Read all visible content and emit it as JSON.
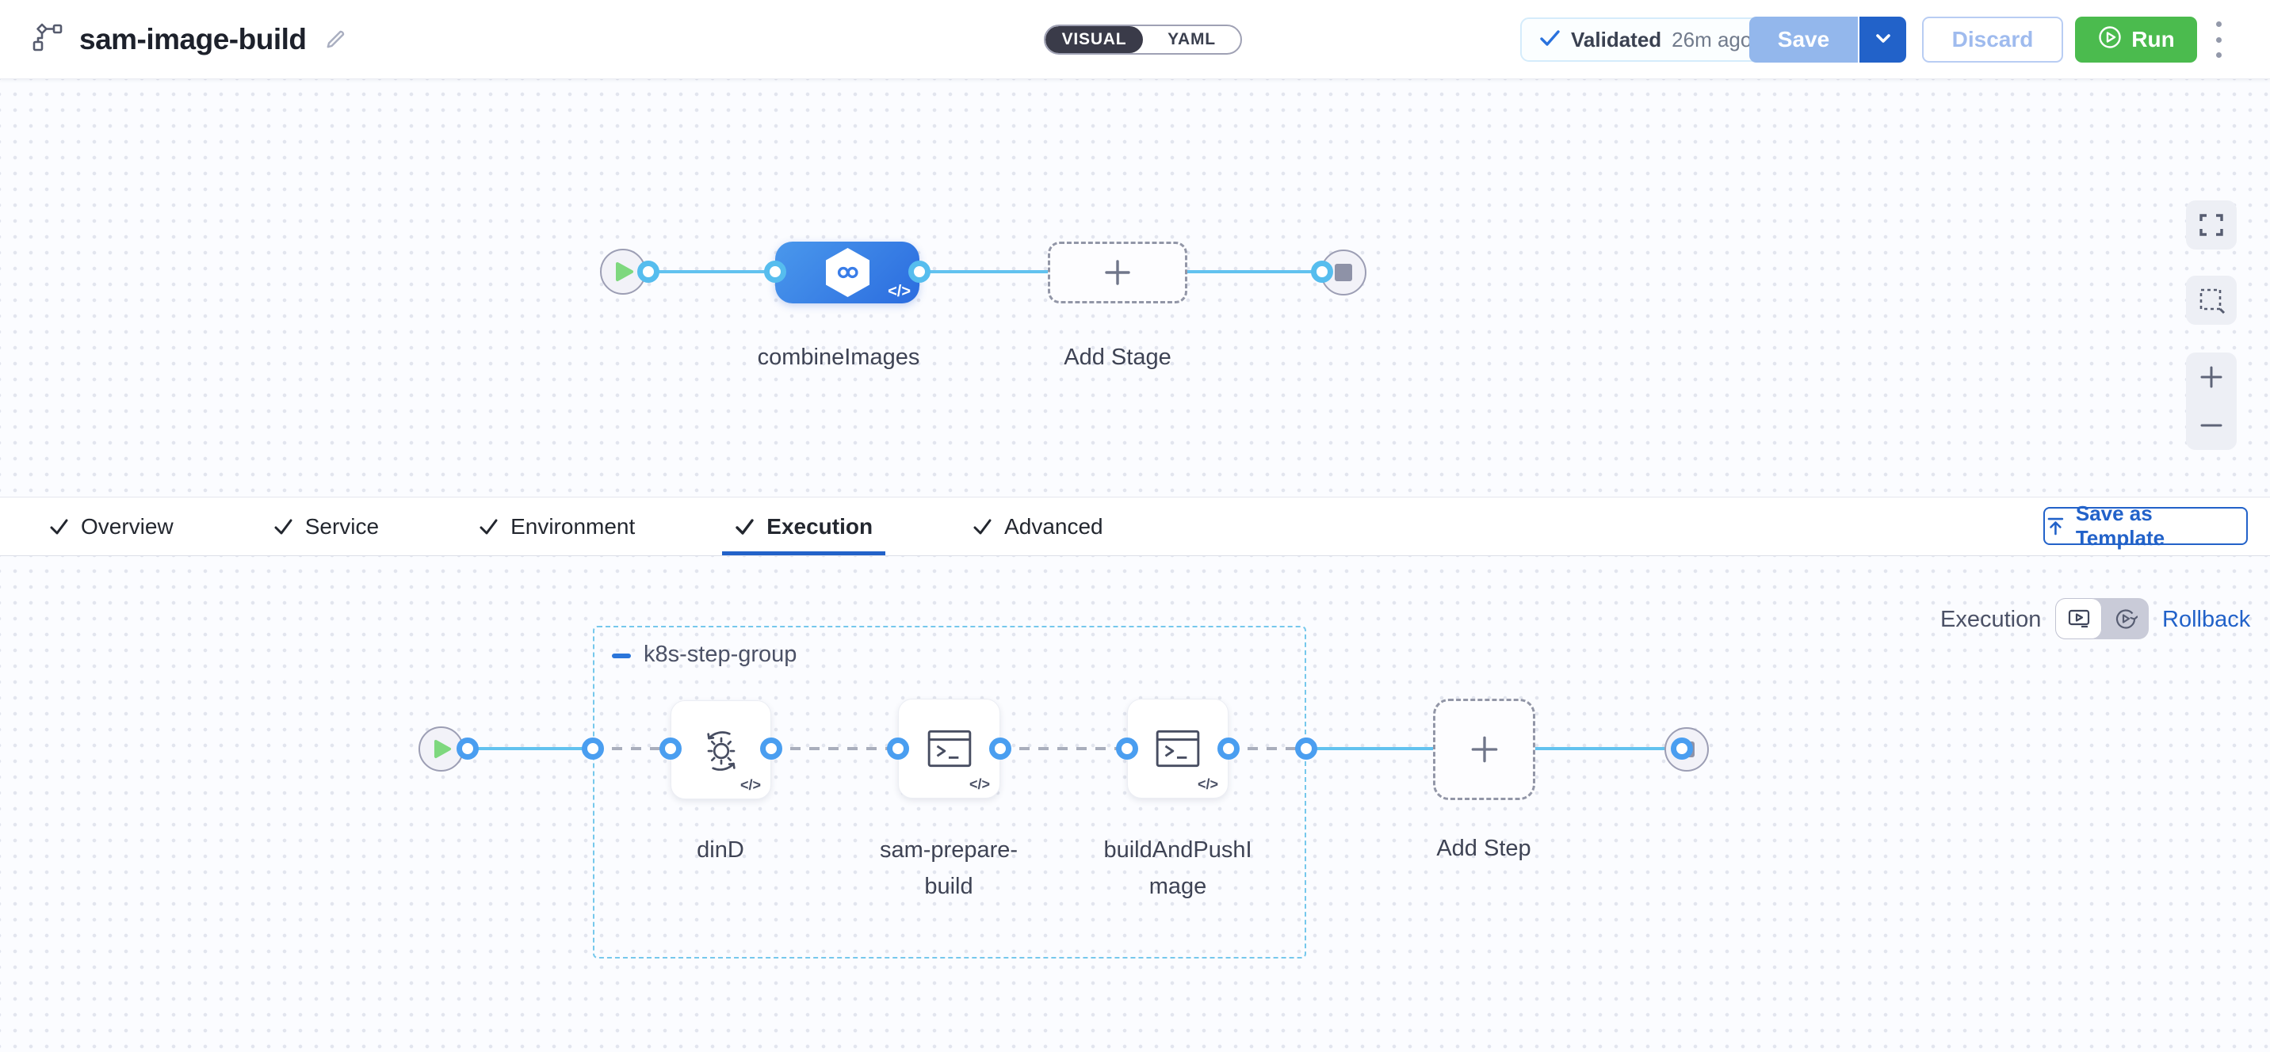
{
  "header": {
    "title": "sam-image-build",
    "mode_visual": "VISUAL",
    "mode_yaml": "YAML",
    "validated_label": "Validated",
    "validated_time": "26m ago",
    "save": "Save",
    "discard": "Discard",
    "run": "Run"
  },
  "pipeline": {
    "stage_label": "combineImages",
    "add_stage": "Add Stage",
    "code_glyph": "</>"
  },
  "tabs": [
    {
      "label": "Overview"
    },
    {
      "label": "Service"
    },
    {
      "label": "Environment"
    },
    {
      "label": "Execution"
    },
    {
      "label": "Advanced"
    }
  ],
  "toolbar": {
    "save_as_template": "Save as Template"
  },
  "execution": {
    "view_label": "Execution",
    "rollback_label": "Rollback",
    "group_label": "k8s-step-group",
    "steps": [
      {
        "label": "dinD",
        "icon": "sync-gear-icon"
      },
      {
        "label": "sam-prepare-build",
        "icon": "terminal-icon"
      },
      {
        "label": "buildAndPushImage",
        "icon": "terminal-icon"
      }
    ],
    "add_step": "Add Step"
  },
  "colors": {
    "accent_blue": "#2262c9",
    "run_green": "#4bbb4e",
    "line_cyan": "#62c2ef",
    "connector_blue": "#4a9ef0",
    "stage_blue_start": "#4a98ec",
    "stage_blue_end": "#2b6cdf",
    "group_border": "#76c8ec",
    "toggle_dark": "#3a3b49"
  }
}
